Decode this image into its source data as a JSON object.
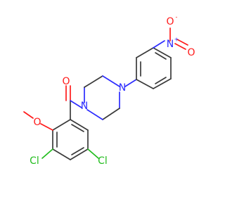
{
  "molecule": {
    "atoms": {
      "carbonyl_oxygen": "O",
      "methoxy_oxygen": "O",
      "piperazine_n1": "N",
      "piperazine_n2": "N",
      "nitro_nitrogen": "N",
      "nitro_oxygen_top": "O",
      "nitro_oxygen_right": "O",
      "chlorine_left": "Cl",
      "chlorine_right": "Cl"
    },
    "charges": {
      "nitro_n_plus": "+",
      "nitro_o_minus": "-"
    },
    "colors": {
      "carbon_bond": "#3a3a3a",
      "oxygen": "#ff1a1a",
      "nitrogen": "#2c2cff",
      "chlorine": "#23bd1f"
    }
  }
}
